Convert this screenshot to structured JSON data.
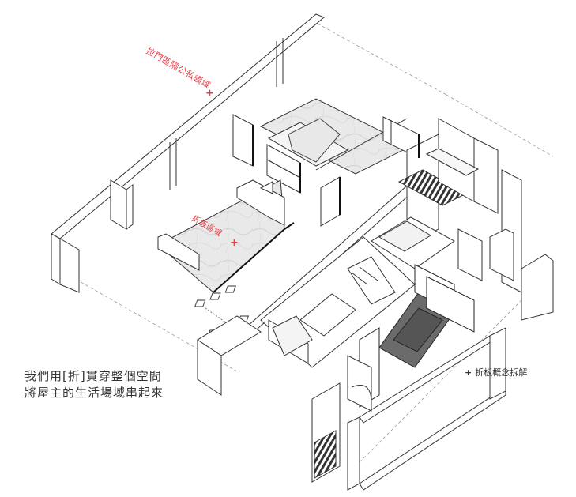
{
  "labels": {
    "top_red": "拉門區隔公私領域",
    "mid_red": "折板區域",
    "concept": "折板概念拆解",
    "plus": "+"
  },
  "caption": {
    "line1": "我們用[折]貫穿整個空間",
    "line2": "將屋主的生活場域串起來"
  },
  "colors": {
    "accent_red": "#e0424b",
    "line": "#333333",
    "marble": "#e6e6e6",
    "dark_bath": "#6b6b6b"
  }
}
